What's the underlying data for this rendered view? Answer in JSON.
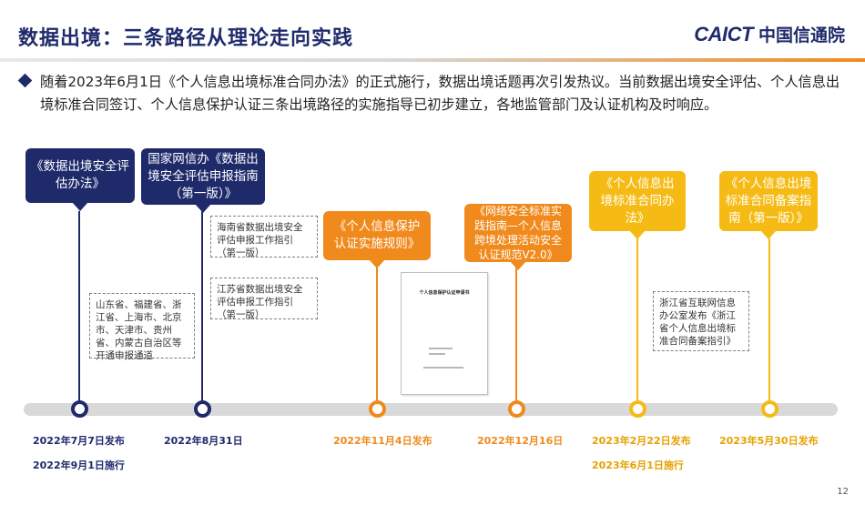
{
  "header": {
    "title": "数据出境：三条路径从理论走向实践",
    "logo_en": "CAICT",
    "logo_cn": "中国信通院"
  },
  "intro": {
    "text": "随着2023年6月1日《个人信息出境标准合同办法》的正式施行，数据出境话题再次引发热议。当前数据出境安全评估、个人信息出境标准合同签订、个人信息保护认证三条出境路径的实施指导已初步建立，各地监管部门及认证机构及时响应。"
  },
  "callouts": {
    "c1": "《数据出境安全评估办法》",
    "c2": "国家网信办《数据出境安全评估申报指南（第一版）》",
    "c3": "《个人信息保护认证实施规则》",
    "c4": "《网络安全标准实践指南—个人信息跨境处理活动安全认证规范V2.0》",
    "c5": "《个人信息出境标准合同办法》",
    "c6": "《个人信息出境标准合同备案指南（第一版）》"
  },
  "notes": {
    "n1": "山东省、福建省、浙江省、上海市、北京市、天津市、贵州省、内蒙古自治区等开通申报通道",
    "n2": "海南省数据出境安全评估申报工作指引（第一版）",
    "n3": "江苏省数据出境安全评估申报工作指引（第一版）",
    "n4": "浙江省互联网信息办公室发布《浙江省个人信息出境标准合同备案指引》"
  },
  "document": {
    "title": "个人信息保护认证申请书"
  },
  "dates": {
    "d1a": "2022年7月7日发布",
    "d1b": "2022年9月1日施行",
    "d2": "2022年8月31日",
    "d3": "2022年11月4日发布",
    "d4": "2022年12月16日",
    "d5a": "2023年2月22日发布",
    "d5b": "2023年6月1日施行",
    "d6": "2023年5月30日发布"
  },
  "page_number": "12",
  "colors": {
    "navy": "#1f2a6b",
    "orange": "#f08a1c",
    "yellow": "#f5bb14",
    "timeline": "#d9d9d9"
  }
}
